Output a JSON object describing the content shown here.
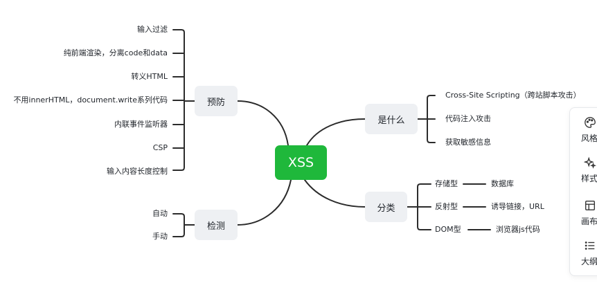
{
  "root": {
    "label": "XSS"
  },
  "branches": {
    "prevent": {
      "label": "预防"
    },
    "detect": {
      "label": "检测"
    },
    "what": {
      "label": "是什么"
    },
    "classify": {
      "label": "分类"
    }
  },
  "prevent_items": [
    "输入过滤",
    "纯前端渲染，分离code和data",
    "转义HTML",
    "不用innerHTML，document.write系列代码",
    "内联事件监听器",
    "CSP",
    "输入内容长度控制"
  ],
  "detect_items": [
    "自动",
    "手动"
  ],
  "what_items": [
    "Cross-Site Scripting（跨站脚本攻击）",
    "代码注入攻击",
    "获取敏感信息"
  ],
  "classify_items": [
    {
      "type": "存储型",
      "detail": "数据库"
    },
    {
      "type": "反射型",
      "detail": "诱导链接，URL"
    },
    {
      "type": "DOM型",
      "detail": "浏览器js代码"
    }
  ],
  "side_panel": {
    "tools": [
      {
        "label": "风格",
        "icon": "palette-icon"
      },
      {
        "label": "样式",
        "icon": "sparkle-icon"
      },
      {
        "label": "画布",
        "icon": "canvas-icon"
      },
      {
        "label": "大纲",
        "icon": "outline-icon"
      }
    ]
  },
  "colors": {
    "root_bg": "#1fb83b",
    "branch_bg": "#eef0f3",
    "line": "#2b2b2b"
  }
}
